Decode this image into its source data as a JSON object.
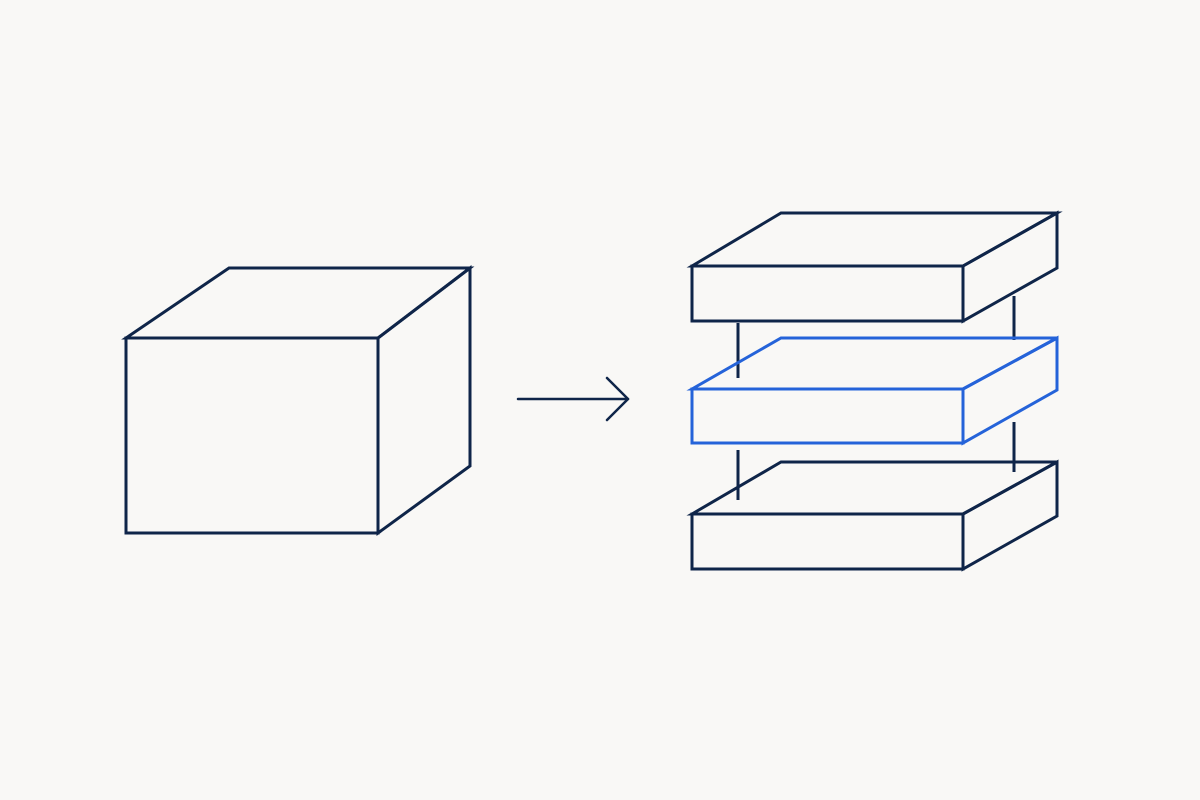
{
  "diagram": {
    "background_color": "#f9f8f6",
    "primary_color": "#0f2549",
    "accent_color": "#2563d9",
    "source": {
      "icon": "solid-cube-icon"
    },
    "transition": {
      "icon": "right-arrow-icon"
    },
    "result": {
      "icon": "layered-stack-icon",
      "layers": [
        {
          "name": "top-layer",
          "highlighted": false
        },
        {
          "name": "middle-layer",
          "highlighted": true
        },
        {
          "name": "bottom-layer",
          "highlighted": false
        }
      ],
      "connector_count": 4
    }
  }
}
